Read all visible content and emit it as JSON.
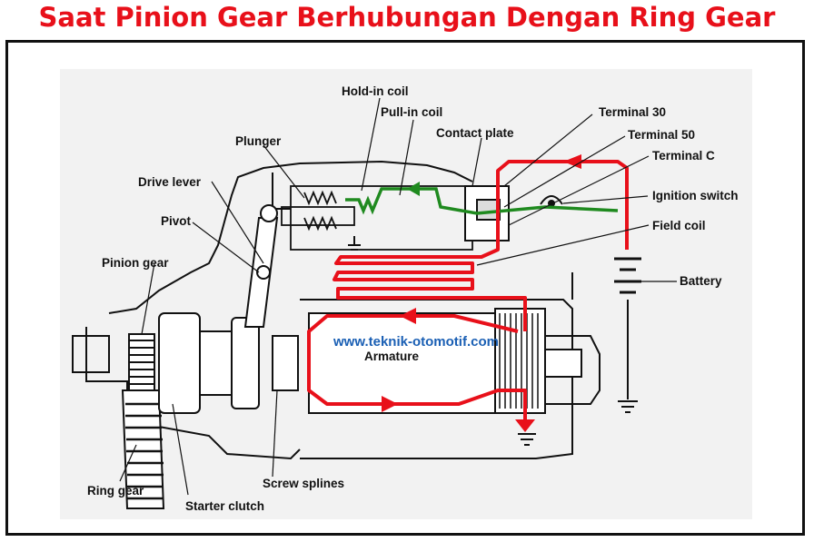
{
  "title": "Saat Pinion Gear Berhubungan Dengan Ring Gear",
  "watermark": "www.teknik-otomotif.com",
  "colors": {
    "title": "#e8101a",
    "current_path": "#e8101a",
    "hold_in_coil": "#1f8a1f",
    "watermark": "#1a5fb4",
    "drawing": "#111111"
  },
  "labels": {
    "hold_in_coil": "Hold-in coil",
    "pull_in_coil": "Pull-in coil",
    "contact_plate": "Contact plate",
    "terminal_30": "Terminal 30",
    "terminal_50": "Terminal 50",
    "terminal_c": "Terminal C",
    "ignition_switch": "Ignition switch",
    "field_coil": "Field coil",
    "battery": "Battery",
    "plunger": "Plunger",
    "drive_lever": "Drive lever",
    "pivot": "Pivot",
    "pinion_gear": "Pinion gear",
    "ring_gear": "Ring gear",
    "starter_clutch": "Starter clutch",
    "screw_splines": "Screw splines",
    "armature": "Armature"
  }
}
